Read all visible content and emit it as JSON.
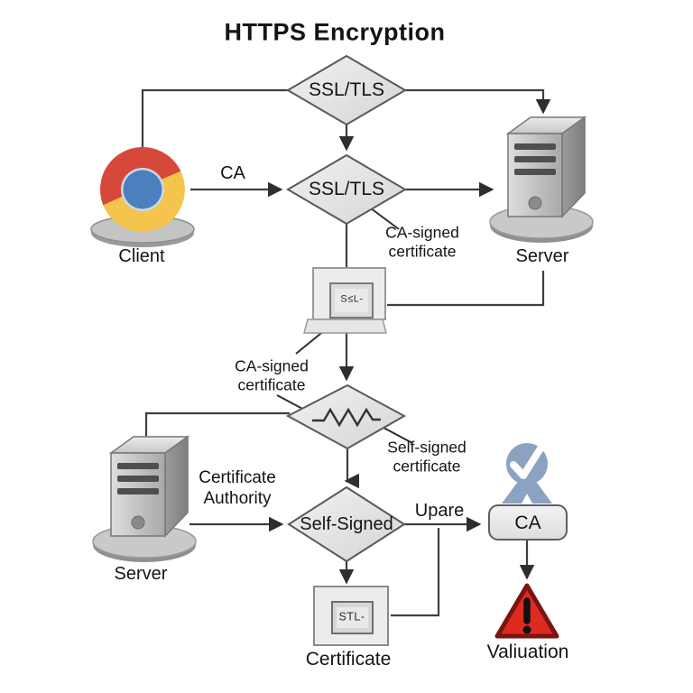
{
  "title": "HTTPS Encryption",
  "nodes": {
    "ssl_tls_top": "SSL/TLS",
    "ssl_tls_mid": "SSL/TLS",
    "self_signed_diamond": "Self-Signed",
    "client": "Client",
    "server_top": "Server",
    "server_bottom": "Server",
    "ca_box": "CA",
    "ssl_screen_text": "S≤L-",
    "stl_screen_text": "STL-",
    "certificate": "Certificate",
    "valuation": "Valiuation"
  },
  "edge_labels": {
    "ca": "CA",
    "upare": "Upare"
  },
  "pointer_labels": {
    "ca_signed_top": [
      "CA-signed",
      "certificate"
    ],
    "ca_signed_mid": [
      "CA-signed",
      "certificate"
    ],
    "self_signed": [
      "Self-signed",
      "certificate"
    ],
    "cert_authority": [
      "Certificate",
      "Authority"
    ]
  },
  "colors": {
    "line": "#3f3f3f",
    "diamond_stroke": "#58595b",
    "chrome_red": "#d6493a",
    "chrome_yellow": "#f5c44c",
    "chrome_blue": "#4b7fbe",
    "badge_blue": "#8ba3c2",
    "warning_red": "#df2b1f",
    "warning_stroke": "#7a1510"
  }
}
